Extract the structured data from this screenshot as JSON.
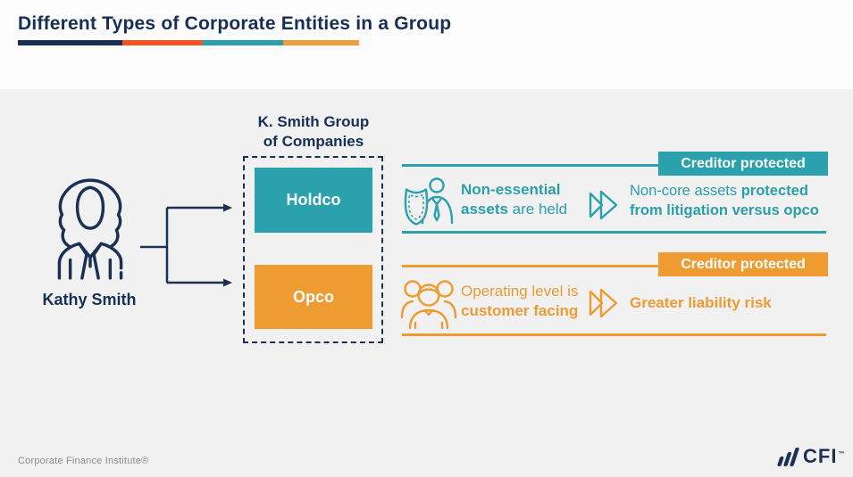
{
  "header": {
    "title": "Different Types of Corporate Entities in a Group"
  },
  "palette": {
    "navy": "#1b3055",
    "teal": "#2aa1ad",
    "orange": "#ee9b32",
    "red_orange": "#f4521e",
    "amber": "#f09d3a",
    "background_band": "#f1f1f2"
  },
  "owner": {
    "name": "Kathy Smith",
    "icon": "woman-professional-icon"
  },
  "group": {
    "name_line1": "K. Smith Group",
    "name_line2": "of Companies",
    "entities": [
      {
        "label": "Holdco",
        "color": "#2aa1ad"
      },
      {
        "label": "Opco",
        "color": "#ee9b32"
      }
    ]
  },
  "rows": [
    {
      "badge_label": "Creditor protected",
      "color": "#2aa1ad",
      "icon": "shield-person-icon",
      "left": {
        "line1_bold": "Non-essential",
        "line2_bold": "assets",
        "line2_regular": " are held"
      },
      "right": {
        "line1_regular": "Non-core assets ",
        "line1_bold": "protected",
        "line2_bold": "from litigation versus opco"
      }
    },
    {
      "badge_label": "Creditor protected",
      "color": "#ee9b32",
      "icon": "people-group-icon",
      "left": {
        "line1_regular": "Operating level is",
        "line2_bold": "customer facing"
      },
      "right": {
        "line1_bold": "Greater liability risk"
      }
    }
  ],
  "footer": {
    "credit": "Corporate Finance Institute®",
    "logo_text": "CFI",
    "trademark": "™"
  }
}
